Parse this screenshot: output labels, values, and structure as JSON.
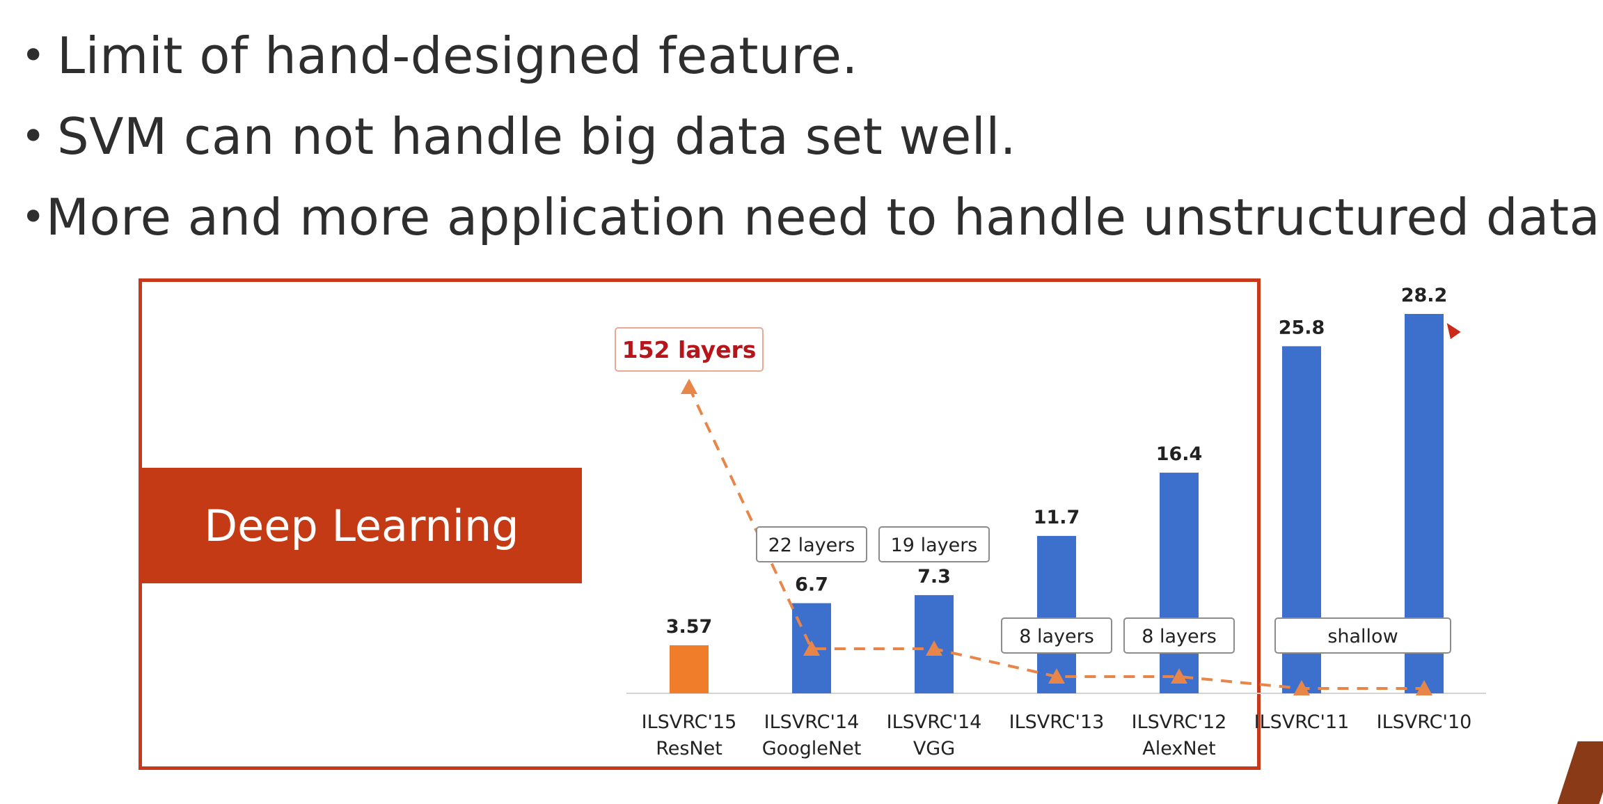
{
  "bullets": [
    "Limit of hand-designed feature.",
    "SVM can not handle big data set well.",
    "More and more application need to handle unstructured data."
  ],
  "bullet_glyph": "•",
  "banner": {
    "label": "Deep Learning"
  },
  "colors": {
    "frame": "#c6391a",
    "banner": "#c43a14",
    "bar": "#3d6fcc",
    "bar_highlight": "#ef7d2a",
    "line": "#e8864a",
    "layer_highlight_text": "#b5151b"
  },
  "chart_data": {
    "type": "bar",
    "categories": [
      [
        "ILSVRC'15",
        "ResNet"
      ],
      [
        "ILSVRC'14",
        "GoogleNet"
      ],
      [
        "ILSVRC'14",
        "VGG"
      ],
      [
        "ILSVRC'13",
        ""
      ],
      [
        "ILSVRC'12",
        "AlexNet"
      ],
      [
        "ILSVRC'11",
        ""
      ],
      [
        "ILSVRC'10",
        ""
      ]
    ],
    "values": [
      3.57,
      6.7,
      7.3,
      11.7,
      16.4,
      25.8,
      28.2
    ],
    "value_labels": [
      "3.57",
      "6.7",
      "7.3",
      "11.7",
      "16.4",
      "25.8",
      "28.2"
    ],
    "highlight_index": 0,
    "layers": {
      "values": [
        152,
        22,
        19,
        8,
        8,
        0,
        0
      ],
      "labels": [
        {
          "text": "152 layers",
          "covers": [
            0
          ]
        },
        {
          "text": "22 layers",
          "covers": [
            1
          ]
        },
        {
          "text": "19 layers",
          "covers": [
            2
          ]
        },
        {
          "text": "8 layers",
          "covers": [
            3
          ]
        },
        {
          "text": "8 layers",
          "covers": [
            4
          ]
        },
        {
          "text": "shallow",
          "covers": [
            5,
            6
          ]
        }
      ]
    },
    "ylim": [
      0,
      30
    ],
    "grid": false,
    "legend": "none"
  }
}
